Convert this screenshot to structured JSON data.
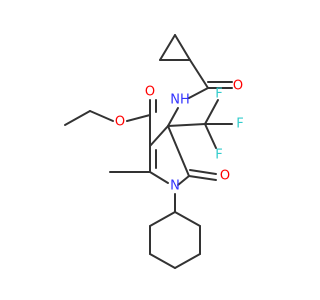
{
  "colors": {
    "bond": "#333333",
    "oxygen": "#ff0000",
    "nitrogen": "#3333ff",
    "fluorine": "#33cccc"
  },
  "atoms": {
    "o_ketone": "O",
    "o_ester_carbonyl": "O",
    "o_ester_ether": "O",
    "o_ring_carbonyl": "O",
    "nh": "NH",
    "n_ring": "N",
    "f1": "F",
    "f2": "F",
    "f3": "F"
  }
}
